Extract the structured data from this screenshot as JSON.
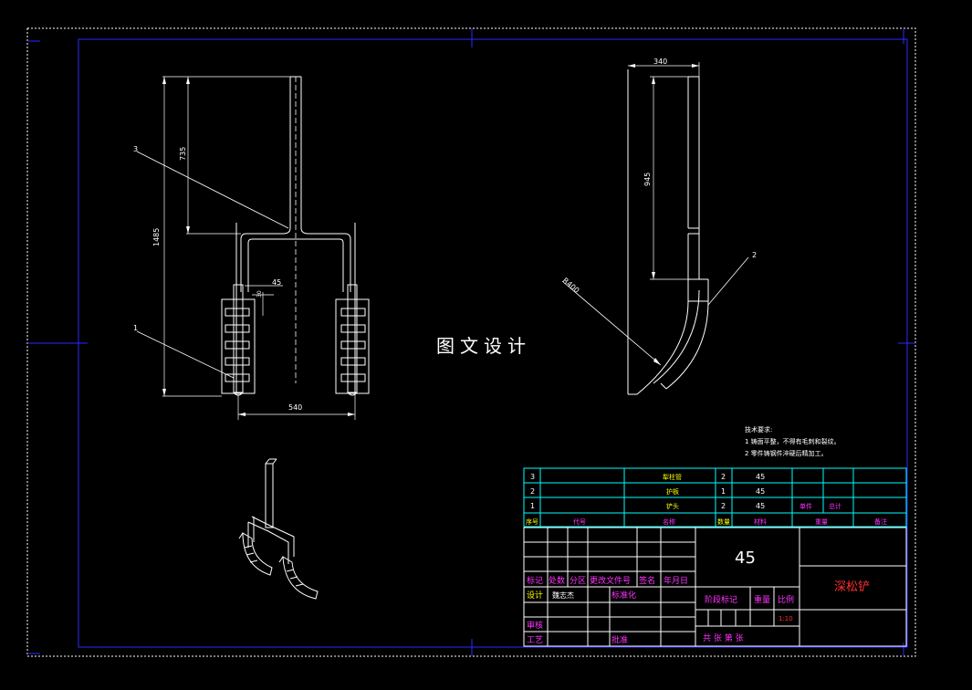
{
  "watermark": "图文设计",
  "dimensions": {
    "front_height_total": "1485",
    "front_height_upper": "735",
    "front_width": "540",
    "front_gap": "45",
    "front_small": "30",
    "side_width": "340",
    "side_height": "945",
    "side_radius": "R400"
  },
  "part_labels": {
    "p1": "1",
    "p2": "2",
    "p3": "3"
  },
  "notes": {
    "title": "技术要求:",
    "line1": "1 铸面平整，不得有毛刺和裂纹。",
    "line2": "2 零件铸钢件淬硬后精加工。"
  },
  "bom": {
    "rows": [
      {
        "no": "3",
        "code": "",
        "name": "犁柱管",
        "qty": "2",
        "material": "45",
        "unit": "",
        "total": "",
        "remark": ""
      },
      {
        "no": "2",
        "code": "",
        "name": "护板",
        "qty": "1",
        "material": "45",
        "unit": "",
        "total": "",
        "remark": ""
      },
      {
        "no": "1",
        "code": "",
        "name": "铲头",
        "qty": "2",
        "material": "45",
        "unit": "单件",
        "total": "总计",
        "remark": ""
      }
    ],
    "header": {
      "no": "序号",
      "code": "代号",
      "name": "名称",
      "qty": "数量",
      "material": "材料",
      "weight": "重量",
      "remark": "备注"
    }
  },
  "title_block": {
    "material": "45",
    "drawing_name": "深松铲",
    "labels": {
      "mark": "标记",
      "count": "处数",
      "zone": "分区",
      "doc_no": "更改文件号",
      "sign": "签名",
      "date": "年月日",
      "design": "设计",
      "designer": "魏志杰",
      "standard": "标准化",
      "review": "审核",
      "process": "工艺",
      "approve": "批准",
      "stage": "阶段标记",
      "weight": "重量",
      "scale": "比例",
      "scale_value": "1:10",
      "sheets": "共   张   第   张"
    }
  },
  "colors": {
    "line": "#ffffff",
    "border": "#0000ff",
    "cyan": "#00ffff",
    "magenta": "#ff33ff",
    "yellow": "#ffff00",
    "red": "#ff3030"
  }
}
